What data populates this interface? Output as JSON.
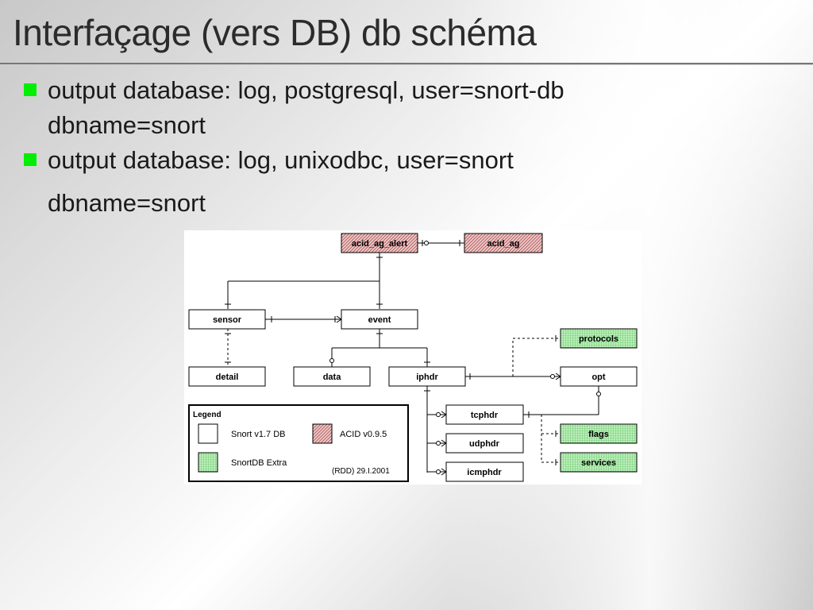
{
  "slide": {
    "title": "Interfaçage (vers DB) db schéma",
    "bullets": [
      {
        "line1": "output database: log, postgresql, user=snort-db",
        "line2": "dbname=snort"
      },
      {
        "line1": "output database: log, unixodbc, user=snort",
        "line2": "dbname=snort"
      }
    ]
  },
  "diagram": {
    "tables": {
      "acid_ag_alert": "acid_ag_alert",
      "acid_ag": "acid_ag",
      "sensor": "sensor",
      "event": "event",
      "protocols": "protocols",
      "detail": "detail",
      "data": "data",
      "iphdr": "iphdr",
      "opt": "opt",
      "tcphdr": "tcphdr",
      "udphdr": "udphdr",
      "icmphdr": "icmphdr",
      "flags": "flags",
      "services": "services"
    },
    "legend": {
      "title": "Legend",
      "snort": "Snort v1.7  DB",
      "acid": "ACID v0.9.5",
      "extra": "SnortDB Extra",
      "credit": "(RDD) 29.I.2001"
    },
    "colors": {
      "acid_fill": "#e8c8c8",
      "acid_hatch": "#b05050",
      "extra_fill": "#b8f0b8",
      "extra_grid": "#40a040",
      "bullet": "#00ee00"
    }
  }
}
